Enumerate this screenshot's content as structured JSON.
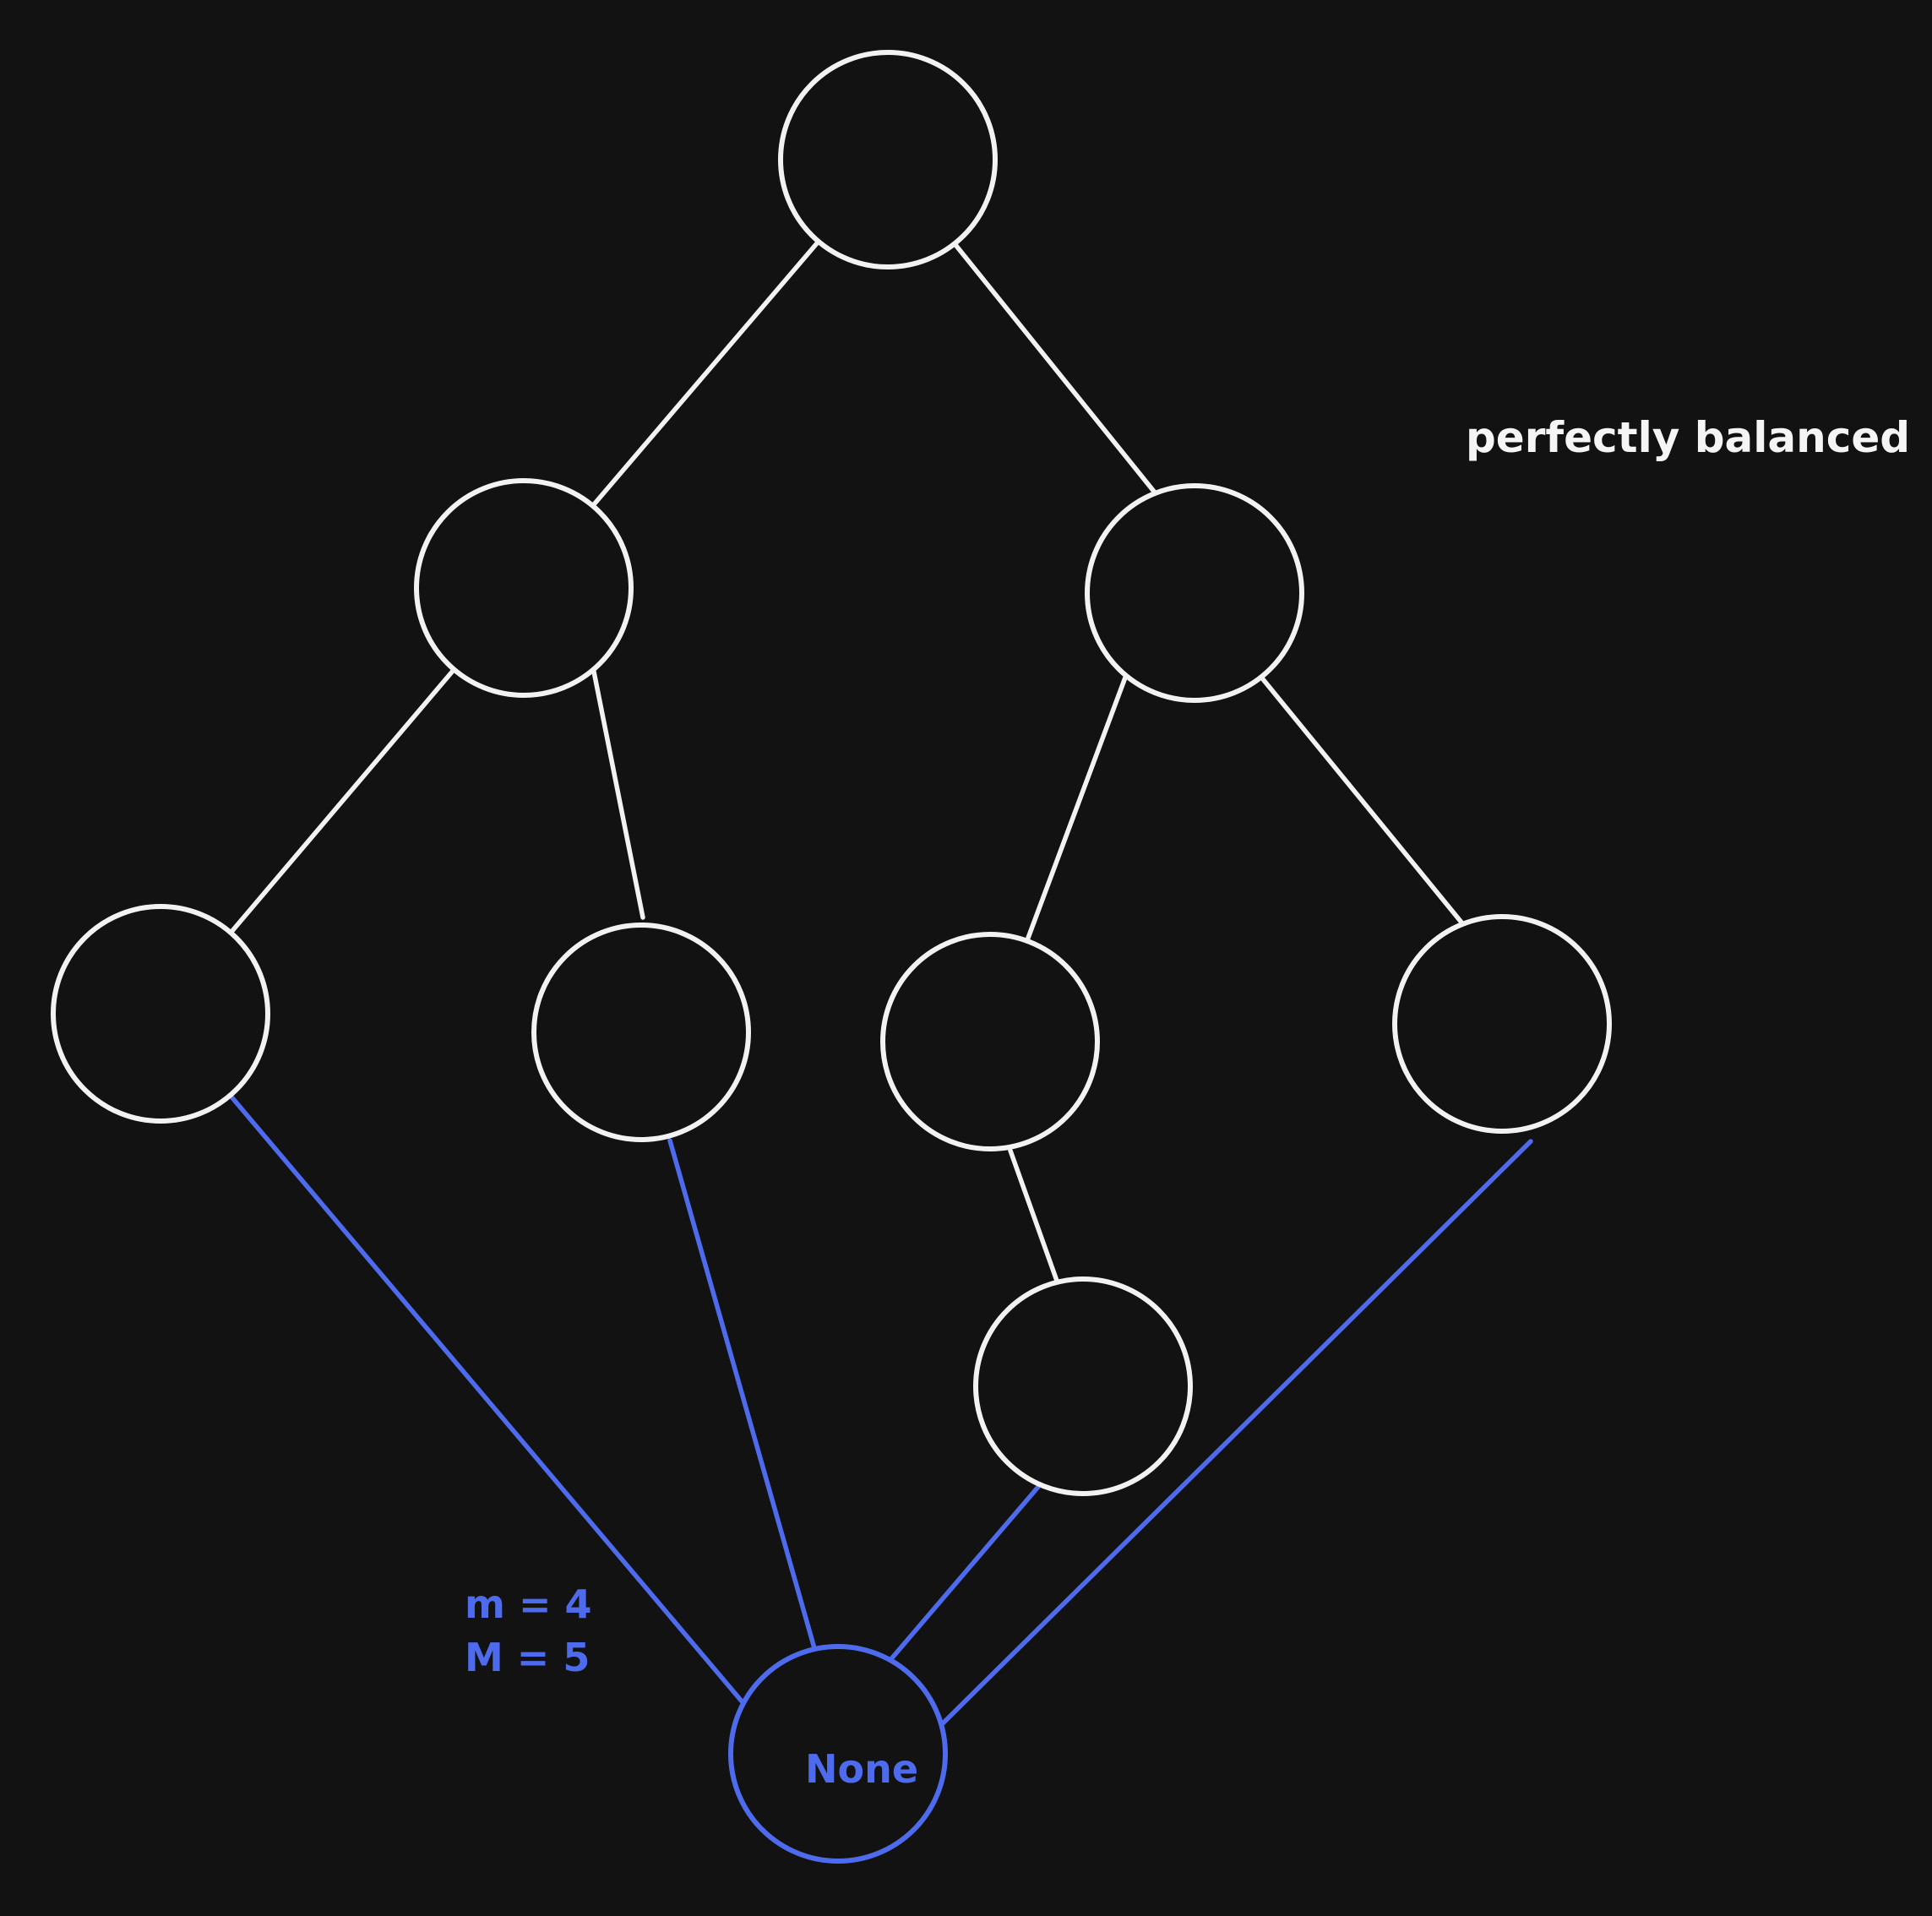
{
  "diagram": {
    "title": "perfectly balanced",
    "sentinel_label": "None",
    "annotation_min": "m = 4",
    "annotation_max": "M = 5",
    "colors": {
      "background": "#121212",
      "tree": "#f2f2f2",
      "sentinel": "#4f6bed"
    }
  }
}
